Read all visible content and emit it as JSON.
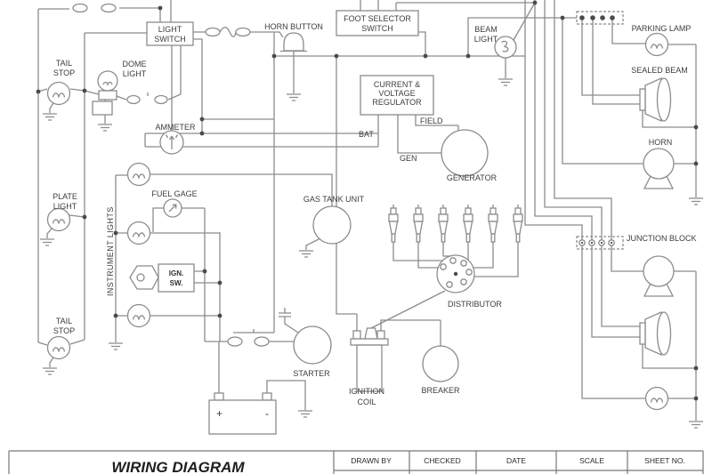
{
  "diagram": {
    "labels": {
      "tail_stop_upper": [
        "TAIL",
        "STOP"
      ],
      "dome_light": [
        "DOME",
        "LIGHT"
      ],
      "light_switch": [
        "LIGHT",
        "SWITCH"
      ],
      "horn_button": "HORN BUTTON",
      "foot_selector_switch": [
        "FOOT SELECTOR",
        "SWITCH"
      ],
      "beam_light": [
        "BEAM",
        "LIGHT"
      ],
      "parking_lamp": "PARKING LAMP",
      "sealed_beam": "SEALED BEAM",
      "horn": "HORN",
      "junction_block": "JUNCTION BLOCK",
      "ammeter": "AMMETER",
      "current_voltage_regulator": [
        "CURRENT &",
        "VOLTAGE",
        "REGULATOR"
      ],
      "bat": "BAT",
      "field": "FIELD",
      "gen": "GEN",
      "generator": "GENERATOR",
      "plate_light": [
        "PLATE",
        "LIGHT"
      ],
      "instrument_lights": "INSTRUMENT LIGHTS",
      "fuel_gage": "FUEL GAGE",
      "gas_tank_unit": "GAS TANK UNIT",
      "ign_sw": [
        "IGN.",
        "SW."
      ],
      "distributor": "DISTRIBUTOR",
      "tail_stop_lower": [
        "TAIL",
        "STOP"
      ],
      "starter": "STARTER",
      "ignition_coil": [
        "IGNITION",
        "COIL"
      ],
      "breaker": "BREAKER",
      "battery_positive": "+",
      "battery_negative": "-"
    }
  },
  "title_block": {
    "title": "WIRING DIAGRAM",
    "columns": [
      "DRAWN BY",
      "CHECKED",
      "DATE",
      "SCALE",
      "SHEET NO."
    ]
  },
  "colors": {
    "wire": "#8C8C8C",
    "label_text": "#3D3D3D",
    "title_text": "#1E1E1E",
    "junction_dot": "#4A4A4A",
    "background": "#FFFFFF"
  }
}
